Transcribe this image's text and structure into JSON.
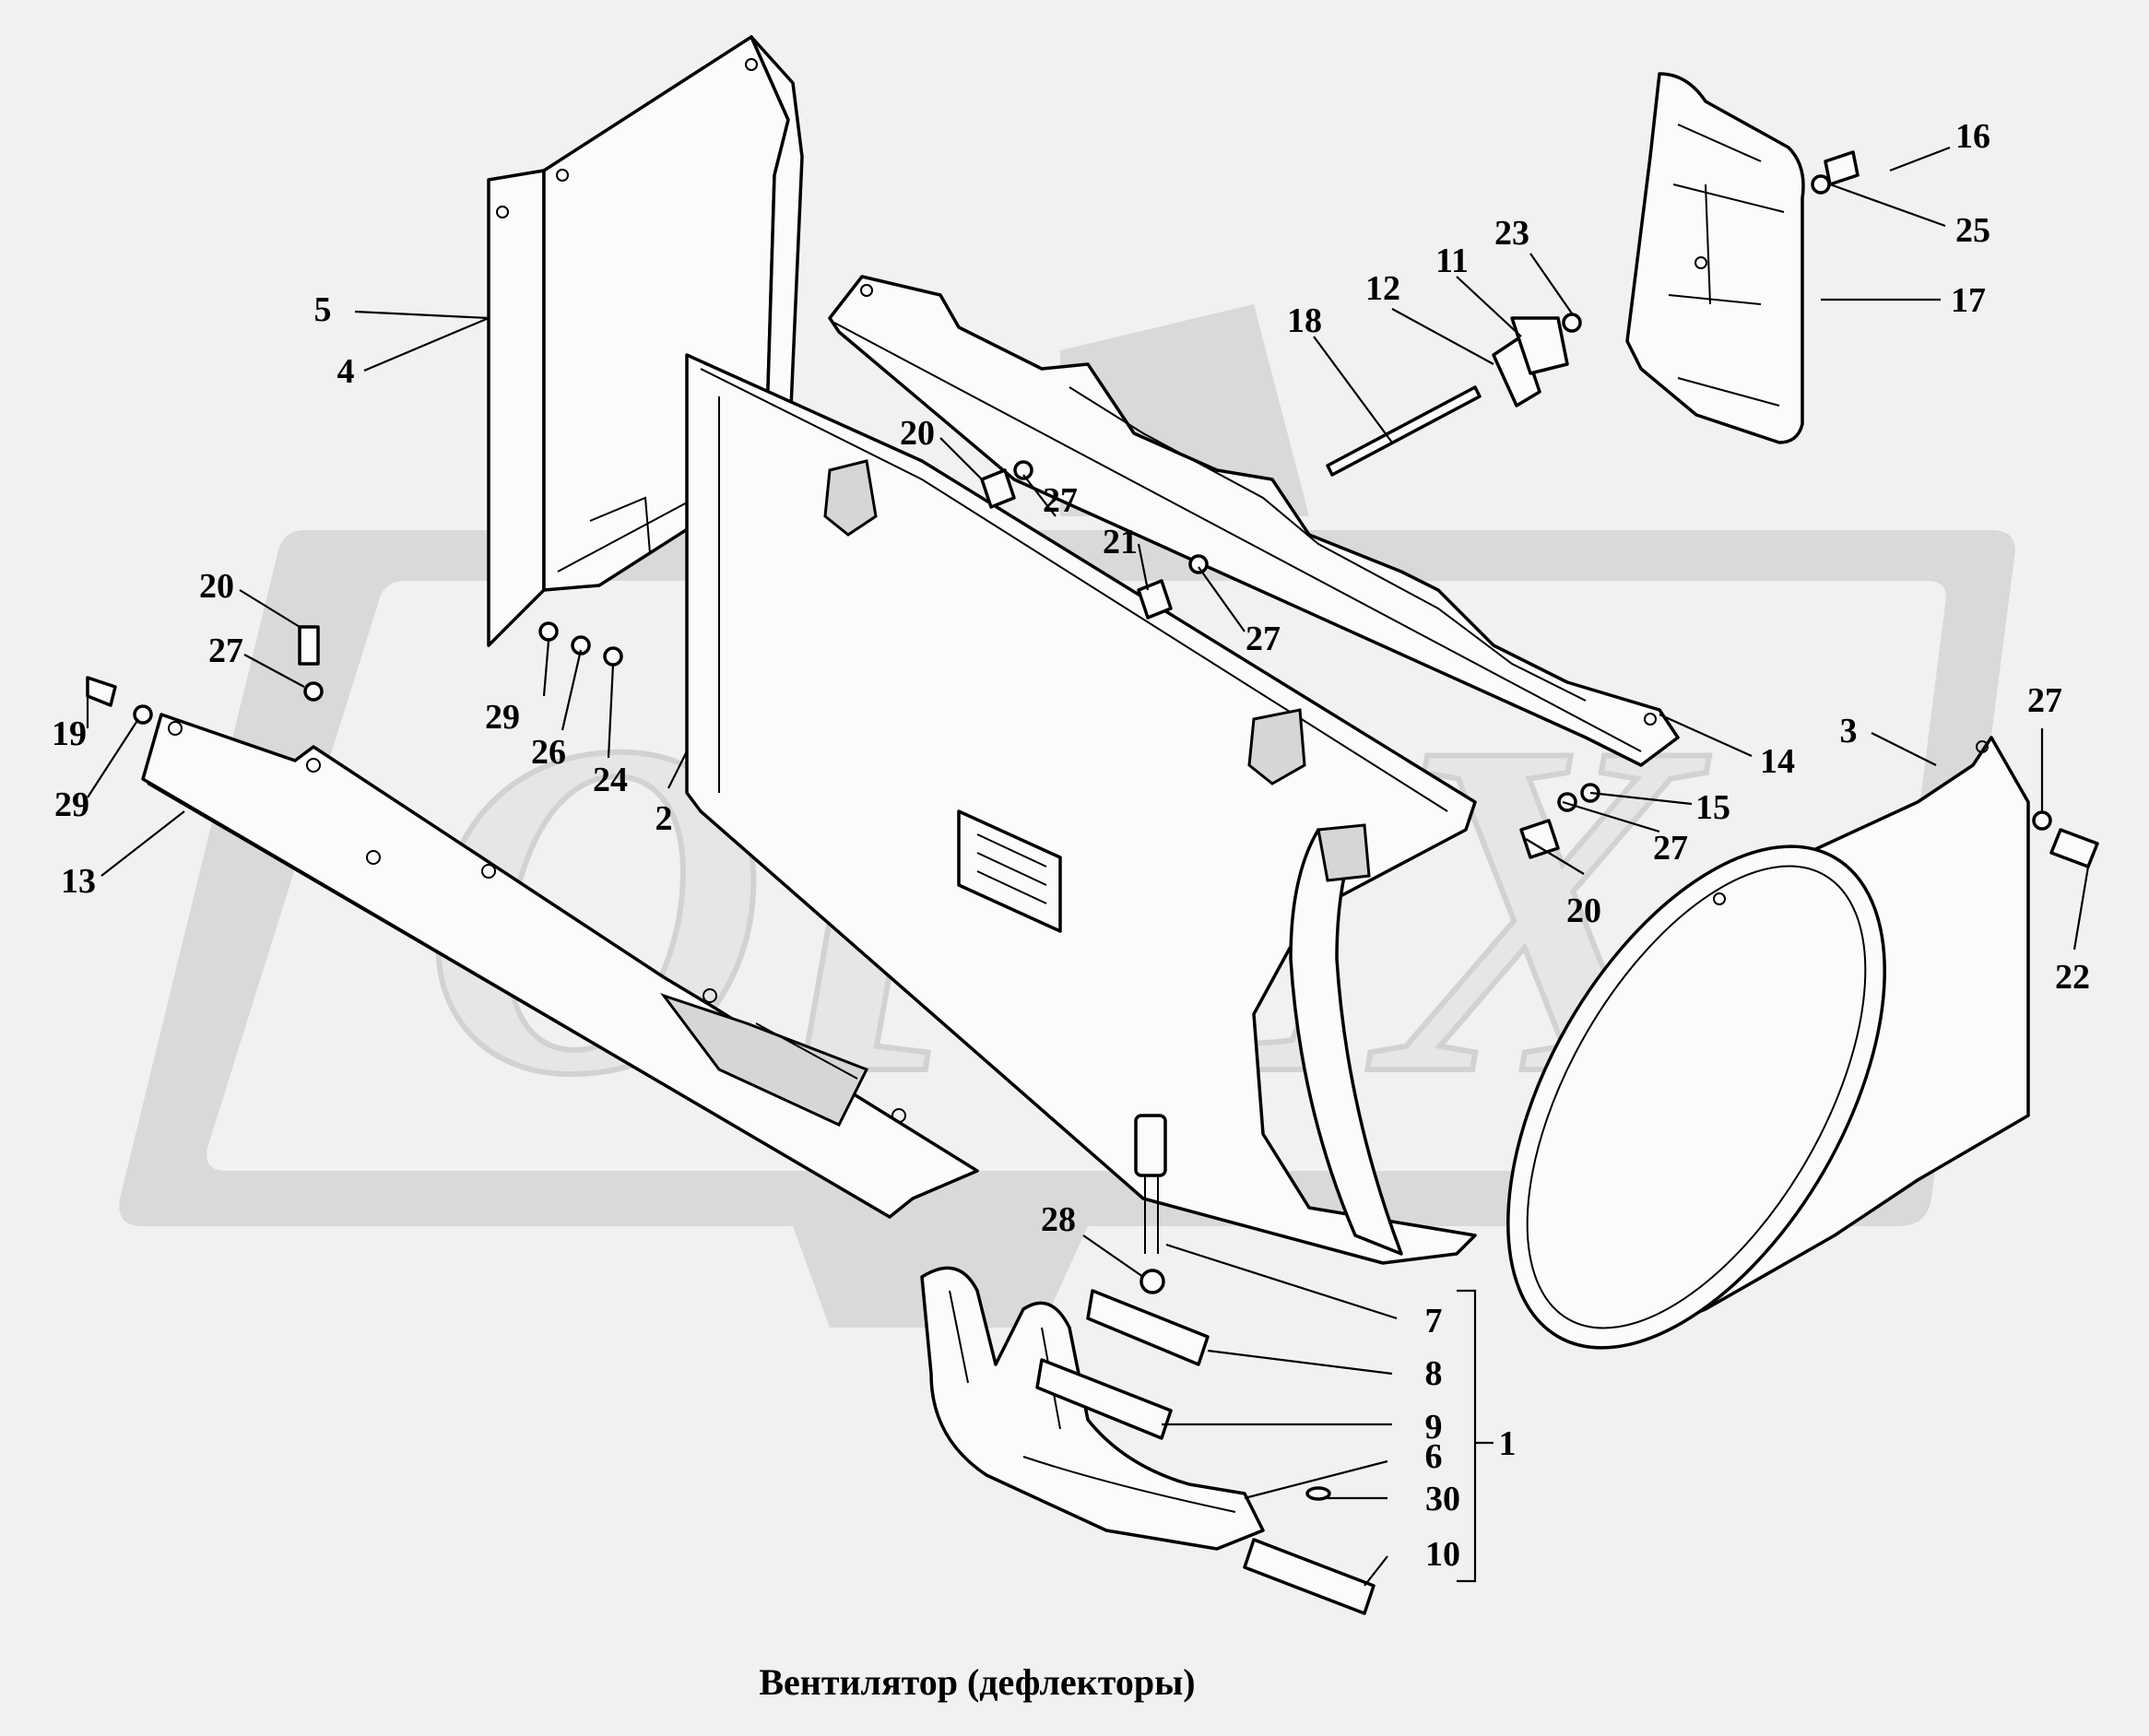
{
  "caption": "Вентилятор (дефлекторы)",
  "watermark": "OPEX",
  "colors": {
    "background": "#f1f1f1",
    "watermark": "#d9d9d9",
    "ink": "#000000"
  },
  "callouts": [
    {
      "id": "c5",
      "label": "5"
    },
    {
      "id": "c4",
      "label": "4"
    },
    {
      "id": "c18",
      "label": "18"
    },
    {
      "id": "c12",
      "label": "12"
    },
    {
      "id": "c11",
      "label": "11"
    },
    {
      "id": "c23",
      "label": "23"
    },
    {
      "id": "c16",
      "label": "16"
    },
    {
      "id": "c25",
      "label": "25"
    },
    {
      "id": "c17",
      "label": "17"
    },
    {
      "id": "c20a",
      "label": "20"
    },
    {
      "id": "c27a",
      "label": "27"
    },
    {
      "id": "c21",
      "label": "21"
    },
    {
      "id": "c27b",
      "label": "27"
    },
    {
      "id": "c20b",
      "label": "20"
    },
    {
      "id": "c27c",
      "label": "27"
    },
    {
      "id": "c19",
      "label": "19"
    },
    {
      "id": "c29a",
      "label": "29"
    },
    {
      "id": "c13",
      "label": "13"
    },
    {
      "id": "c29b",
      "label": "29"
    },
    {
      "id": "c26",
      "label": "26"
    },
    {
      "id": "c24",
      "label": "24"
    },
    {
      "id": "c2",
      "label": "2"
    },
    {
      "id": "c14",
      "label": "14"
    },
    {
      "id": "c15",
      "label": "15"
    },
    {
      "id": "c27d",
      "label": "27"
    },
    {
      "id": "c20c",
      "label": "20"
    },
    {
      "id": "c3",
      "label": "3"
    },
    {
      "id": "c27e",
      "label": "27"
    },
    {
      "id": "c22",
      "label": "22"
    },
    {
      "id": "c28",
      "label": "28"
    },
    {
      "id": "c7",
      "label": "7"
    },
    {
      "id": "c8",
      "label": "8"
    },
    {
      "id": "c9",
      "label": "9"
    },
    {
      "id": "c6",
      "label": "6"
    },
    {
      "id": "c30",
      "label": "30"
    },
    {
      "id": "c10",
      "label": "10"
    },
    {
      "id": "c1",
      "label": "1"
    }
  ]
}
